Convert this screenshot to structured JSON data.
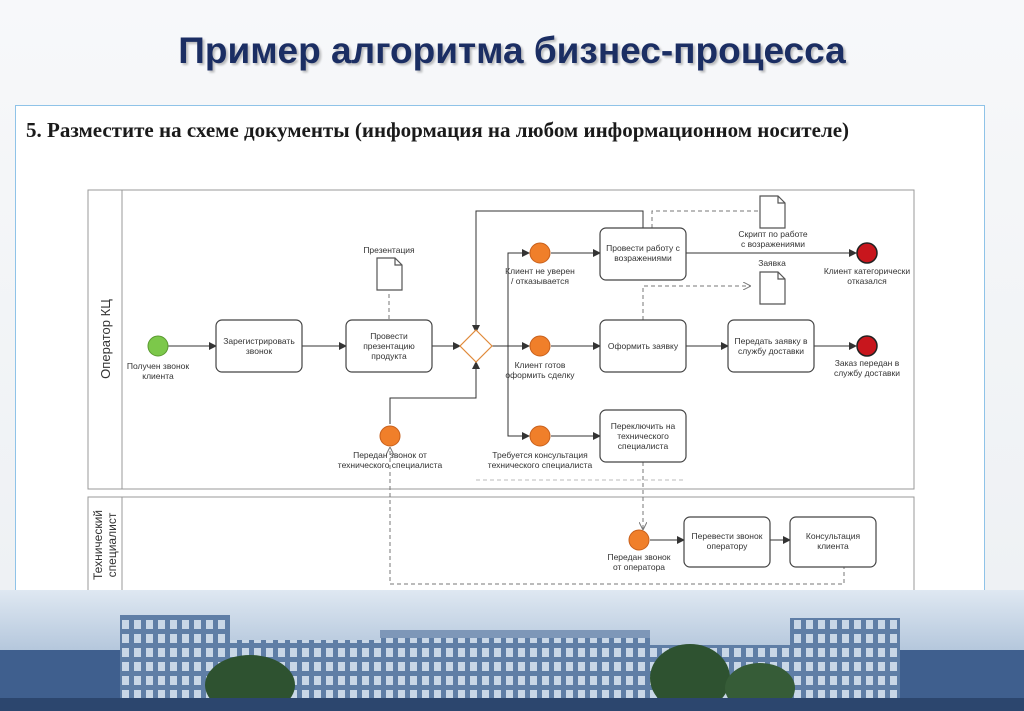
{
  "title": "Пример алгоритма бизнес-процесса",
  "subtitle": "5. Разместите на схеме документы (информация на любом информационном носителе)",
  "lanes": {
    "operator": "Оператор КЦ",
    "tech_line1": "Технический",
    "tech_line2": "специалист"
  },
  "events": {
    "start": [
      "Получен звонок",
      "клиента"
    ],
    "client_unsure": [
      "Клиент не уверен",
      "/ отказывается"
    ],
    "client_ready": [
      "Клиент готов",
      "оформить сделку"
    ],
    "need_consult": [
      "Требуется консультация",
      "технического специалиста"
    ],
    "call_from_tech": [
      "Передан звонок от",
      "технического специалиста"
    ],
    "refused": [
      "Клиент категорически",
      "отказался"
    ],
    "order_sent": [
      "Заказ передан в",
      "службу доставки"
    ],
    "call_from_operator": [
      "Передан звонок",
      "от оператора"
    ]
  },
  "tasks": {
    "register": [
      "Зарегистрировать",
      "звонок"
    ],
    "presentation": [
      "Провести",
      "презентацию",
      "продукта"
    ],
    "objections": [
      "Провести работу с",
      "возражениями"
    ],
    "order": [
      "Оформить заявку"
    ],
    "send_order": [
      "Передать заявку в",
      "службу доставки"
    ],
    "switch": [
      "Переключить на",
      "технического",
      "специалиста"
    ],
    "transfer": [
      "Перевести звонок",
      "оператору"
    ],
    "consult": [
      "Консультация",
      "клиента"
    ]
  },
  "documents": {
    "presentation": "Презентация",
    "script": [
      "Скрипт по работе",
      "с возражениями"
    ],
    "request": "Заявка"
  },
  "colors": {
    "title": "#1b2e63",
    "start_event": "#7cc84a",
    "intermediate_event": "#f07f2a",
    "end_event": "#c8161d",
    "frame_border": "#8fc3e8"
  }
}
